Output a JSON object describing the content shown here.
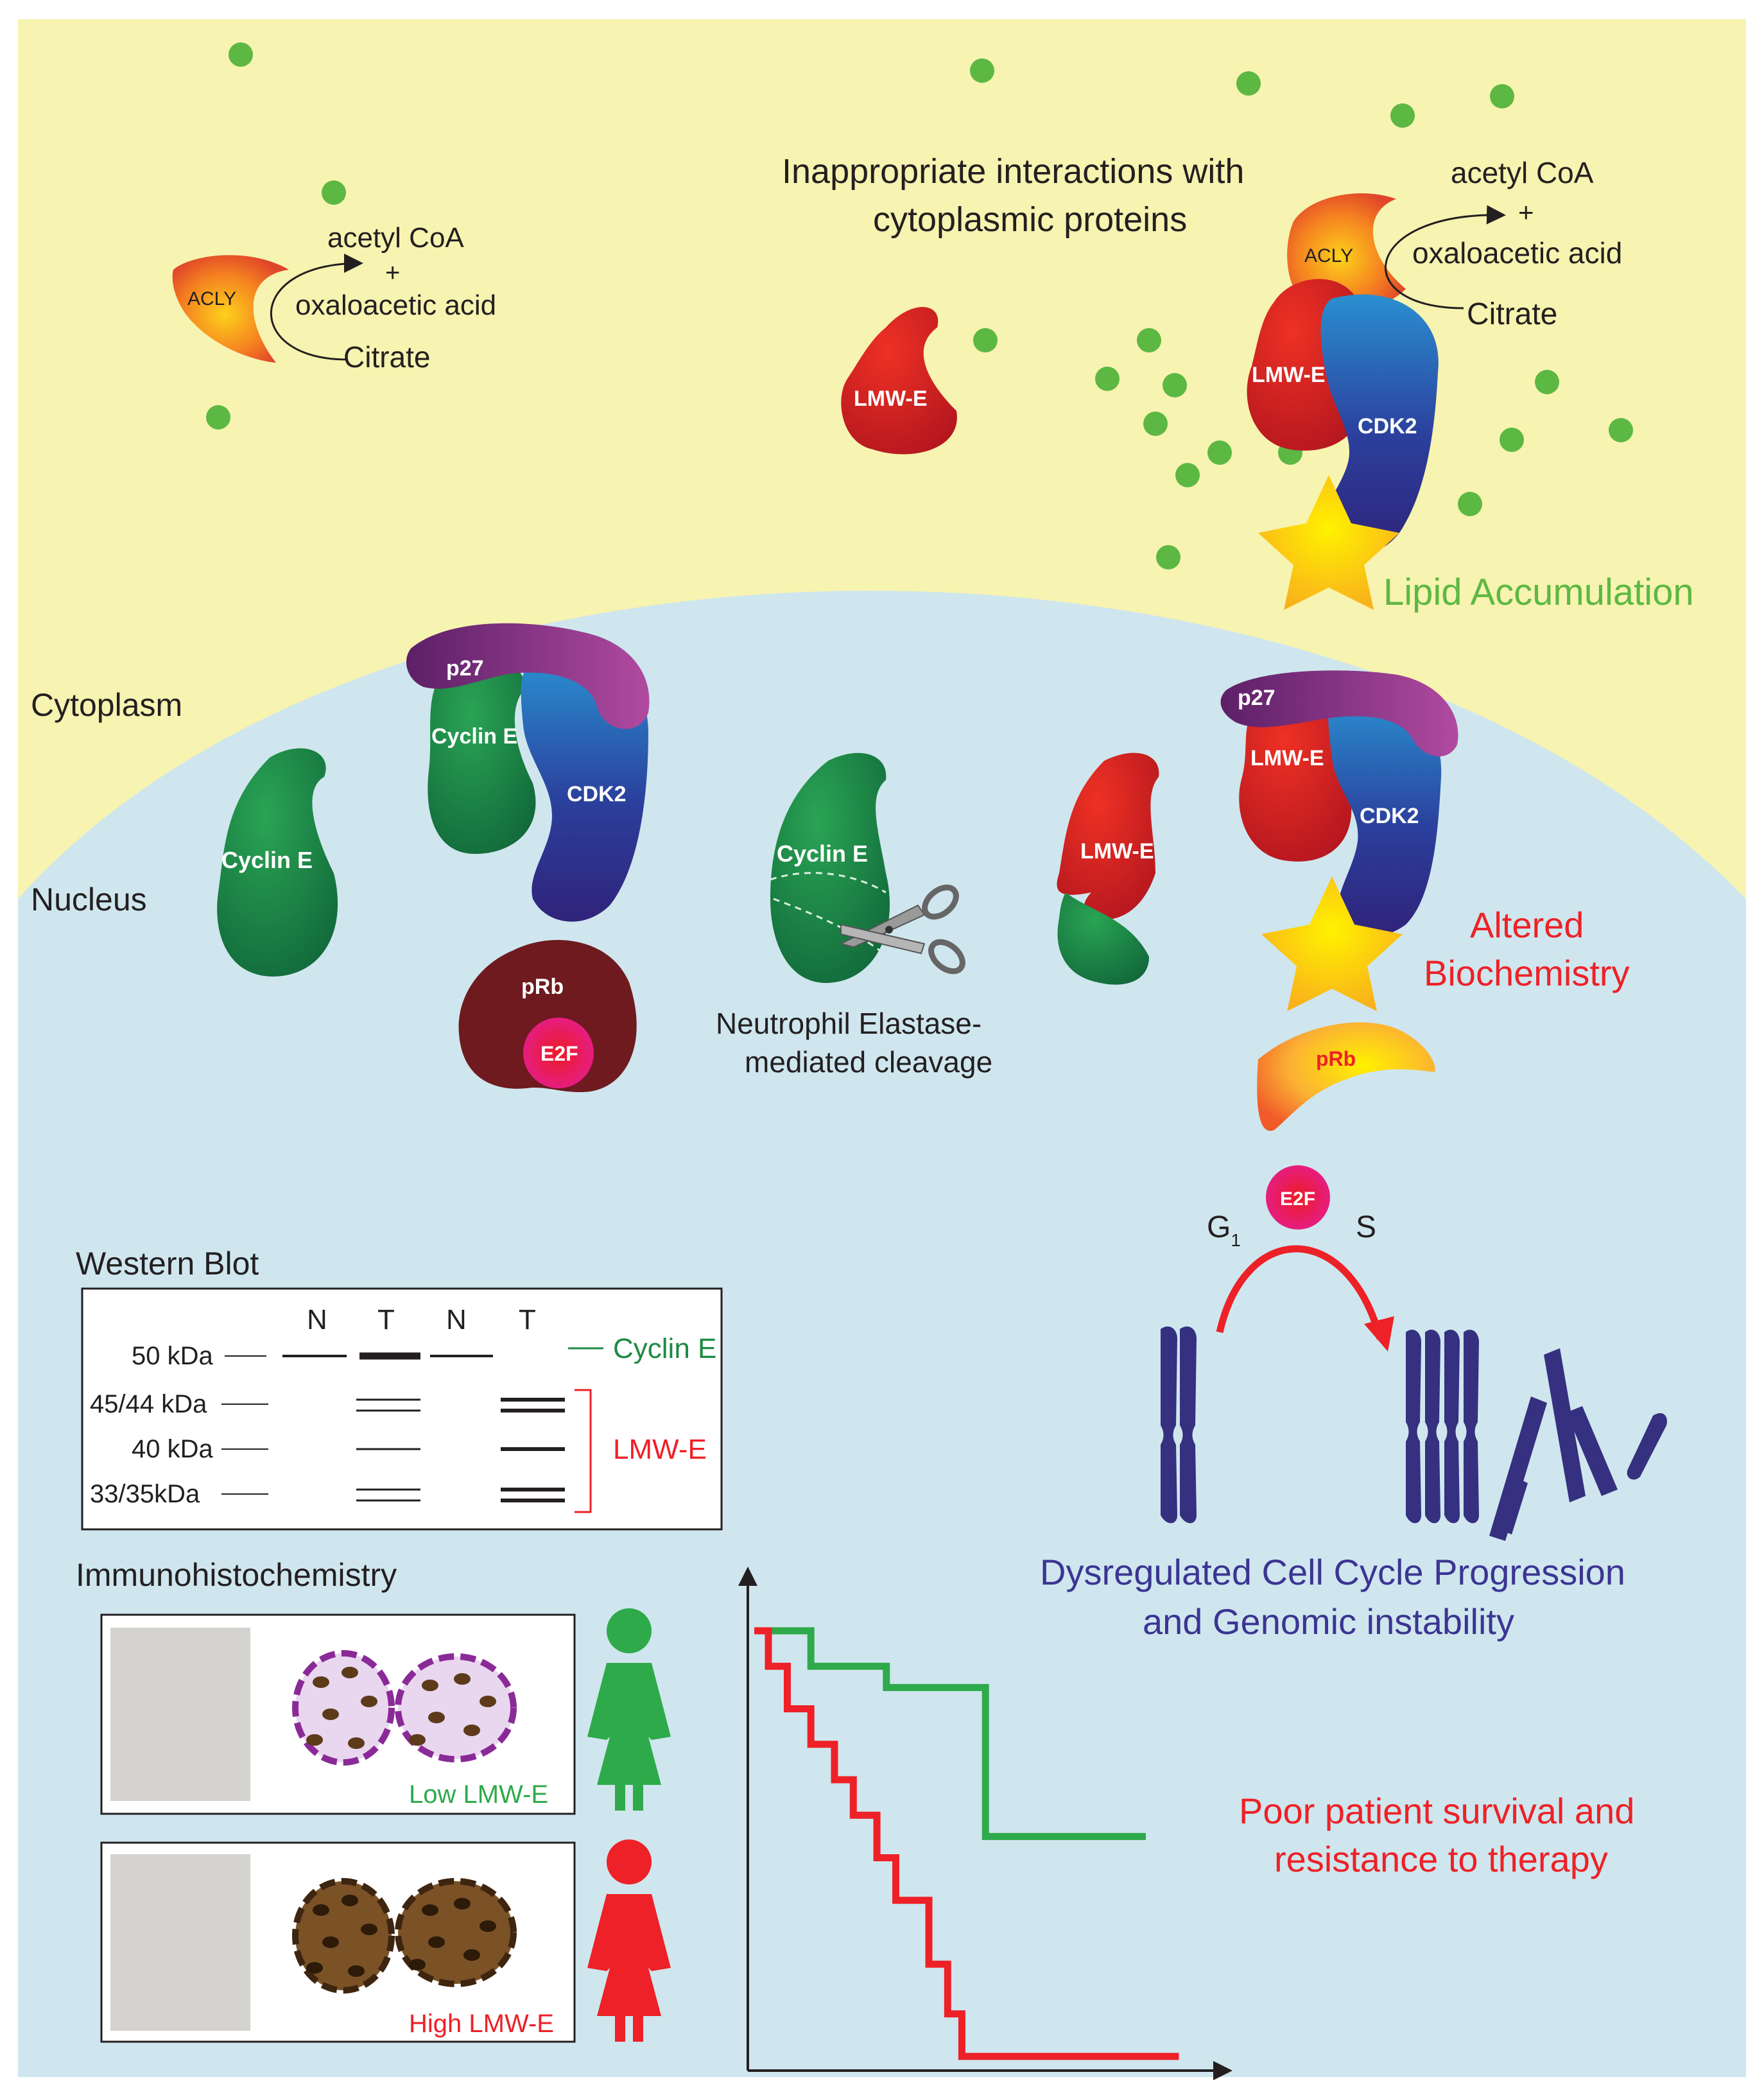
{
  "colors": {
    "cytoplasm_bg": "#f7f3b0",
    "nucleus_bg": "#cfe6ee",
    "droplet": "#5cb843",
    "cyclin_e": "#1e8a45",
    "lmw_e": "#d42128",
    "cdk2": "#2b3f9c",
    "p27": "#7b2a80",
    "prb_nuclear": "#6e1a1f",
    "e2f": "#e2217a",
    "star": "#fcd116",
    "green_text": "#5cb843",
    "red_text": "#ed2127",
    "blue_text": "#3b3592",
    "survival_low": "#2eaa4a",
    "survival_high": "#ed2127"
  },
  "region_labels": {
    "cytoplasm": "Cytoplasm",
    "nucleus": "Nucleus"
  },
  "acly_left": {
    "enzyme": "ACLY",
    "product_1": "acetyl CoA",
    "plus": "+",
    "product_2": "oxaloacetic acid",
    "substrate": "Citrate"
  },
  "acly_right": {
    "heading_line1": "Inappropriate interactions with",
    "heading_line2": "cytoplasmic proteins",
    "enzyme": "ACLY",
    "product_1": "acetyl CoA",
    "plus": "+",
    "product_2": "oxaloacetic acid",
    "substrate": "Citrate",
    "lmw_e": "LMW-E",
    "cdk2": "CDK2",
    "outcome": "Lipid Accumulation"
  },
  "free_lmw_e": "LMW-E",
  "nuclear_left": {
    "cyclin_e": "Cyclin E",
    "complex_p27": "p27",
    "complex_cyclin_e": "Cyclin E",
    "complex_cdk2": "CDK2",
    "prb": "pRb",
    "e2f": "E2F"
  },
  "cleavage": {
    "cyclin_e": "Cyclin E",
    "line1": "Neutrophil Elastase-",
    "line2": "mediated cleavage",
    "product": "LMW-E"
  },
  "nuclear_right": {
    "p27": "p27",
    "lmw_e": "LMW-E",
    "cdk2": "CDK2",
    "outcome_line1": "Altered",
    "outcome_line2": "Biochemistry",
    "prb": "pRb",
    "e2f": "E2F",
    "g1": "G",
    "g1_sub": "1",
    "s": "S",
    "outcome2_line1": "Dysregulated Cell Cycle Progression",
    "outcome2_line2": "and Genomic instability"
  },
  "western_blot": {
    "title": "Western Blot",
    "lanes": [
      "N",
      "T",
      "N",
      "T"
    ],
    "rows": [
      "50 kDa",
      "45/44 kDa",
      "40 kDa",
      "33/35kDa"
    ],
    "cyclin_e_label": "Cyclin E",
    "lmw_e_label": "LMW-E"
  },
  "ihc": {
    "title": "Immunohistochemistry",
    "low_label": "Low LMW-E",
    "high_label": "High LMW-E"
  },
  "survival": {
    "outcome_line1": "Poor patient survival and",
    "outcome_line2": "resistance to therapy",
    "low_curve": [
      [
        0,
        1.0
      ],
      [
        0.12,
        1.0
      ],
      [
        0.12,
        0.95
      ],
      [
        0.28,
        0.95
      ],
      [
        0.28,
        0.92
      ],
      [
        0.49,
        0.92
      ],
      [
        0.49,
        0.71
      ],
      [
        0.83,
        0.71
      ]
    ],
    "high_curve": [
      [
        0,
        1.0
      ],
      [
        0.03,
        1.0
      ],
      [
        0.03,
        0.95
      ],
      [
        0.07,
        0.95
      ],
      [
        0.07,
        0.89
      ],
      [
        0.12,
        0.89
      ],
      [
        0.12,
        0.84
      ],
      [
        0.17,
        0.84
      ],
      [
        0.17,
        0.79
      ],
      [
        0.21,
        0.79
      ],
      [
        0.21,
        0.74
      ],
      [
        0.26,
        0.74
      ],
      [
        0.26,
        0.68
      ],
      [
        0.3,
        0.68
      ],
      [
        0.3,
        0.62
      ],
      [
        0.37,
        0.62
      ],
      [
        0.37,
        0.53
      ],
      [
        0.41,
        0.53
      ],
      [
        0.41,
        0.46
      ],
      [
        0.44,
        0.46
      ],
      [
        0.44,
        0.4
      ],
      [
        0.9,
        0.4
      ]
    ]
  }
}
